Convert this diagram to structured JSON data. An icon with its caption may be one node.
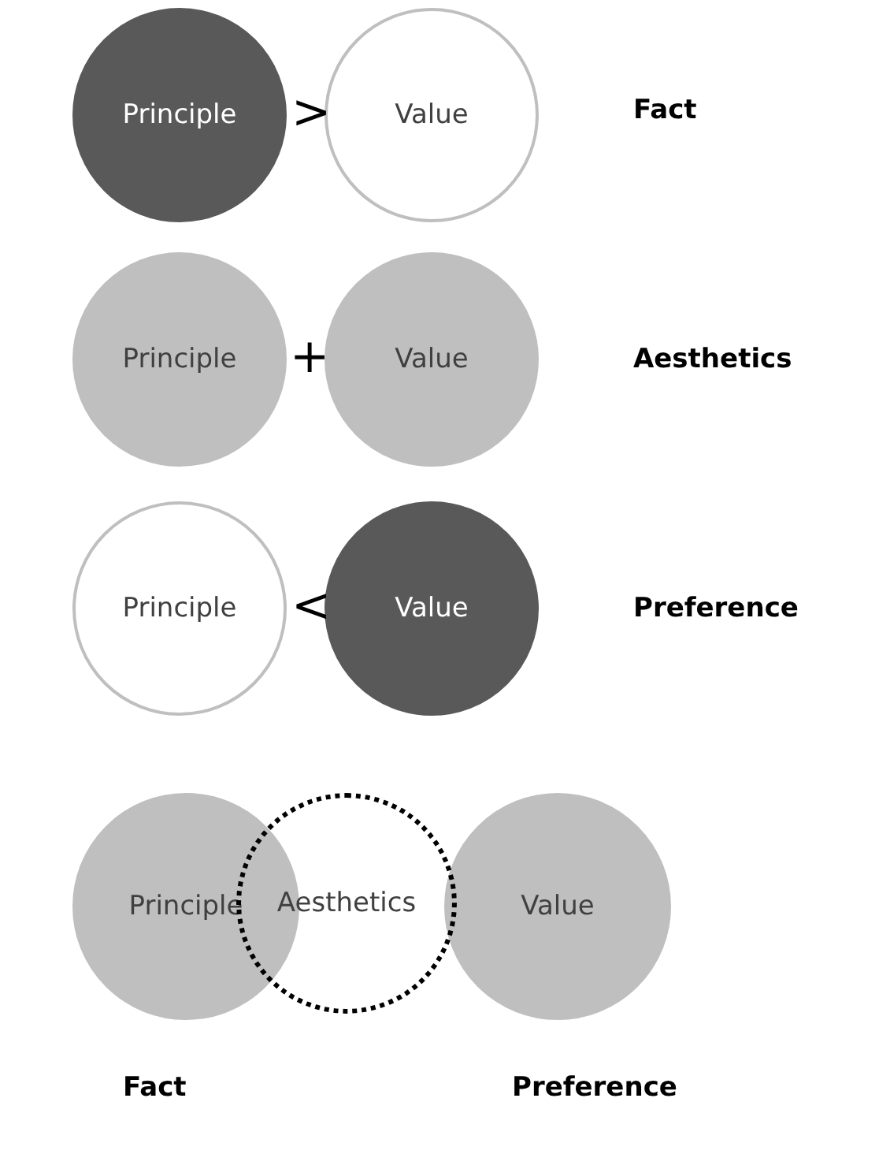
{
  "diagram": {
    "nodes": [
      {
        "text": [
          "Principle"
        ]
      },
      {
        "text": [
          "Value"
        ]
      },
      {
        "text": [
          "Principle"
        ]
      },
      {
        "text": [
          "Value"
        ]
      },
      {
        "text": [
          "Principle"
        ]
      },
      {
        "text": [
          "Value"
        ]
      },
      {
        "text": [
          "Principle"
        ],
        "beside": [
          "Fact"
        ]
      },
      {
        "text": [
          "Aesthetics"
        ]
      },
      {
        "text": [
          "Value"
        ],
        "beside": [
          "Preference"
        ]
      }
    ],
    "edges": [],
    "labels": [
      ">",
      "Fact",
      "+",
      "Aesthetics",
      "<",
      "Preference"
    ]
  }
}
